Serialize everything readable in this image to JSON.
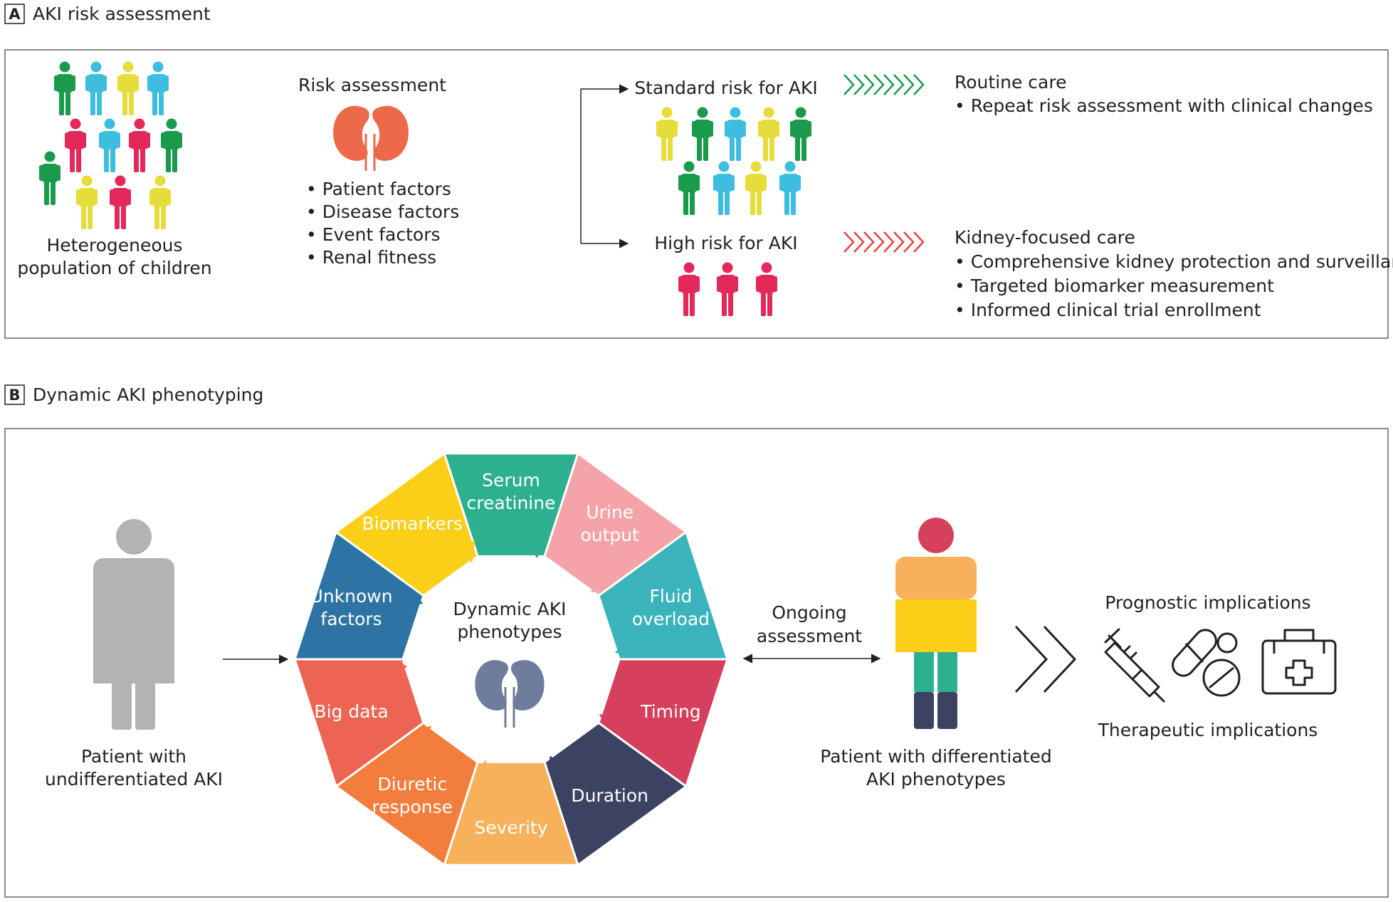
{
  "panel_a": {
    "letter": "A",
    "title": "AKI risk assessment",
    "population": [
      "Heterogeneous",
      "population of children"
    ],
    "risk_title": "Risk assessment",
    "risk_factors": [
      "• Patient factors",
      "• Disease factors",
      "• Event factors",
      "• Renal fitness"
    ],
    "standard_label": "Standard risk for AKI",
    "high_label": "High risk for AKI",
    "routine_title": "Routine care",
    "routine_items": [
      "• Repeat risk assessment with clinical changes"
    ],
    "kidney_title": "Kidney-focused care",
    "kidney_items": [
      "• Comprehensive kidney protection and surveillance",
      "• Targeted biomarker measurement",
      "• Informed clinical trial enrollment"
    ]
  },
  "panel_b": {
    "letter": "B",
    "title": "Dynamic AKI phenotyping",
    "patient_undiff": [
      "Patient with",
      "undifferentiated AKI"
    ],
    "center": [
      "Dynamic AKI",
      "phenotypes"
    ],
    "segments": [
      {
        "lines": [
          "Serum",
          "creatinine"
        ],
        "color": "#2db08f"
      },
      {
        "lines": [
          "Urine",
          "output"
        ],
        "color": "#f4a3a8"
      },
      {
        "lines": [
          "Fluid",
          "overload"
        ],
        "color": "#3bb3bb"
      },
      {
        "lines": [
          "Timing"
        ],
        "color": "#d6405d"
      },
      {
        "lines": [
          "Duration"
        ],
        "color": "#3b4262"
      },
      {
        "lines": [
          "Severity"
        ],
        "color": "#f7b15a"
      },
      {
        "lines": [
          "Diuretic",
          "response"
        ],
        "color": "#f27d3c"
      },
      {
        "lines": [
          "Big data"
        ],
        "color": "#ee6453"
      },
      {
        "lines": [
          "Unknown",
          "factors"
        ],
        "color": "#2d73a3"
      },
      {
        "lines": [
          "Biomarkers"
        ],
        "color": "#fbcf18"
      }
    ],
    "ongoing": [
      "Ongoing",
      "assessment"
    ],
    "patient_diff": [
      "Patient with differentiated",
      "AKI phenotypes"
    ],
    "prognostic": "Prognostic implications",
    "therapeutic": "Therapeutic implications"
  },
  "colors": {
    "green": "#1a9a4b",
    "blue": "#3dbde0",
    "yellow": "#e6dc3a",
    "red": "#e3285a",
    "kidney_orange": "#ec6a4a",
    "kidney_slate": "#6e7d9c",
    "grey_person": "#b3b3b3",
    "chevron_green": "#1a9a4b",
    "chevron_red": "#e8423f"
  },
  "icons": [
    "person-icon",
    "kidney-icon",
    "chevron-icon",
    "syringe-icon",
    "pills-icon",
    "medical-kit-icon"
  ]
}
